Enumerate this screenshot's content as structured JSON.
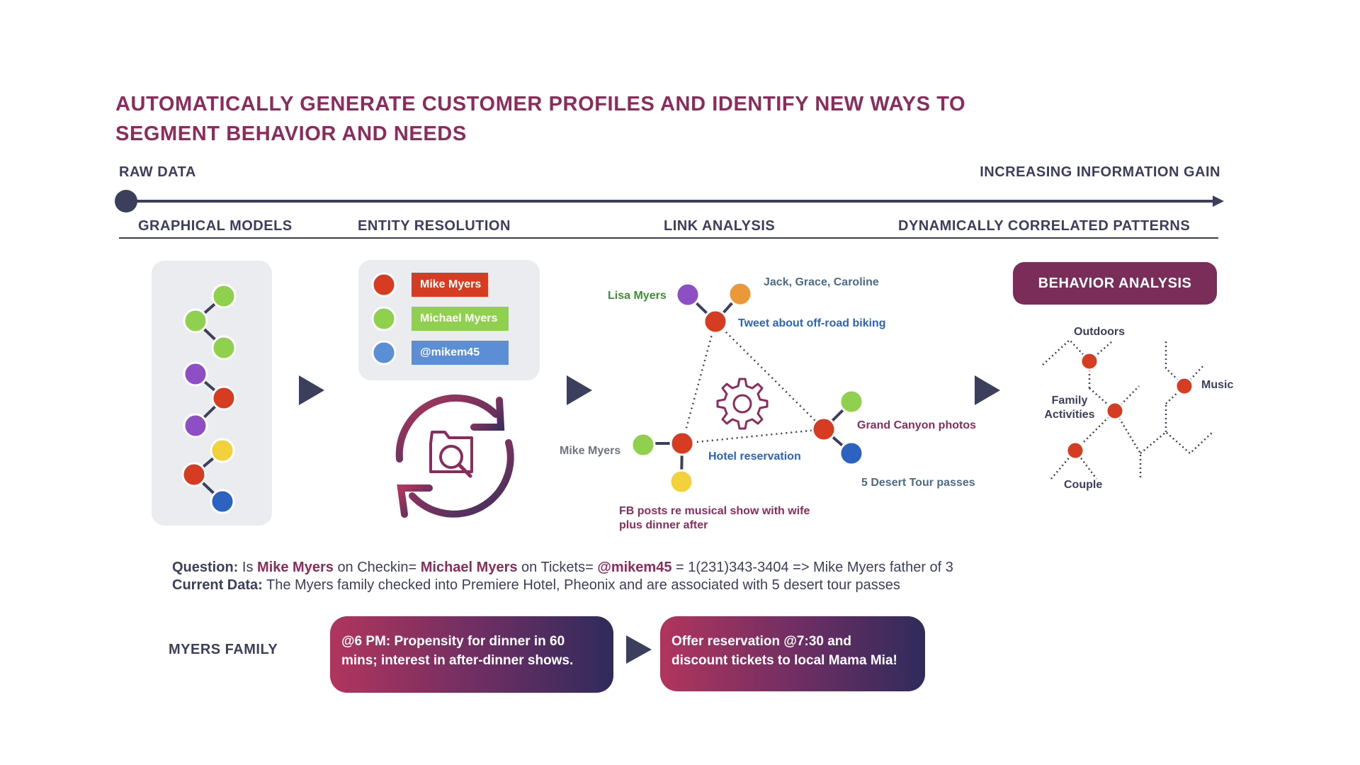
{
  "title": {
    "line1": "AUTOMATICALLY GENERATE CUSTOMER PROFILES AND IDENTIFY NEW WAYS TO",
    "line2": "SEGMENT BEHAVIOR AND NEEDS"
  },
  "timeline": {
    "start_label": "RAW DATA",
    "end_label": "INCREASING INFORMATION GAIN"
  },
  "stages": [
    "GRAPHICAL MODELS",
    "ENTITY RESOLUTION",
    "LINK ANALYSIS",
    "DYNAMICALLY CORRELATED PATTERNS"
  ],
  "entity_resolution": {
    "names": [
      "Mike Myers",
      "Michael Myers",
      "@mikem45"
    ]
  },
  "link_analysis": {
    "lisa": "Lisa Myers",
    "jack": "Jack, Grace, Caroline",
    "tweet": "Tweet about off-road biking",
    "mike": "Mike Myers",
    "hotel": "Hotel reservation",
    "grand_canyon": "Grand Canyon photos",
    "desert": "5 Desert Tour passes",
    "fb_line1": "FB posts re musical show with wife",
    "fb_line2": "plus dinner after"
  },
  "behavior": {
    "button": "BEHAVIOR ANALYSIS",
    "outdoors": "Outdoors",
    "music": "Music",
    "family_line1": "Family",
    "family_line2": "Activities",
    "couple": "Couple"
  },
  "question": {
    "q_label": "Question:",
    "q_is": "Is",
    "q_name1": "Mike Myers",
    "q_mid1": "on Checkin=",
    "q_name2": "Michael Myers",
    "q_mid2": "on Tickets=",
    "q_name3": "@mikem45",
    "q_tail": "= 1(231)343-3404 => Mike Myers father of 3",
    "d_label": "Current Data:",
    "d_text": "The Myers family checked into Premiere Hotel, Pheonix and are associated with 5 desert tour passes"
  },
  "family": {
    "label": "MYERS FAMILY",
    "card1_line1": "@6 PM: Propensity for dinner in 60",
    "card1_line2": "mins;  interest in after-dinner shows.",
    "card2_line1": "Offer reservation @7:30 and",
    "card2_line2": "discount tickets to local Mama Mia!"
  },
  "colors": {
    "title": "#8b2c5c",
    "navy": "#3b3f5c",
    "red": "#d63c22",
    "green": "#8fd14f",
    "purple": "#8e4fc6",
    "yellow": "#f2d13a",
    "blue": "#2c63c0",
    "orange": "#ec9838"
  }
}
